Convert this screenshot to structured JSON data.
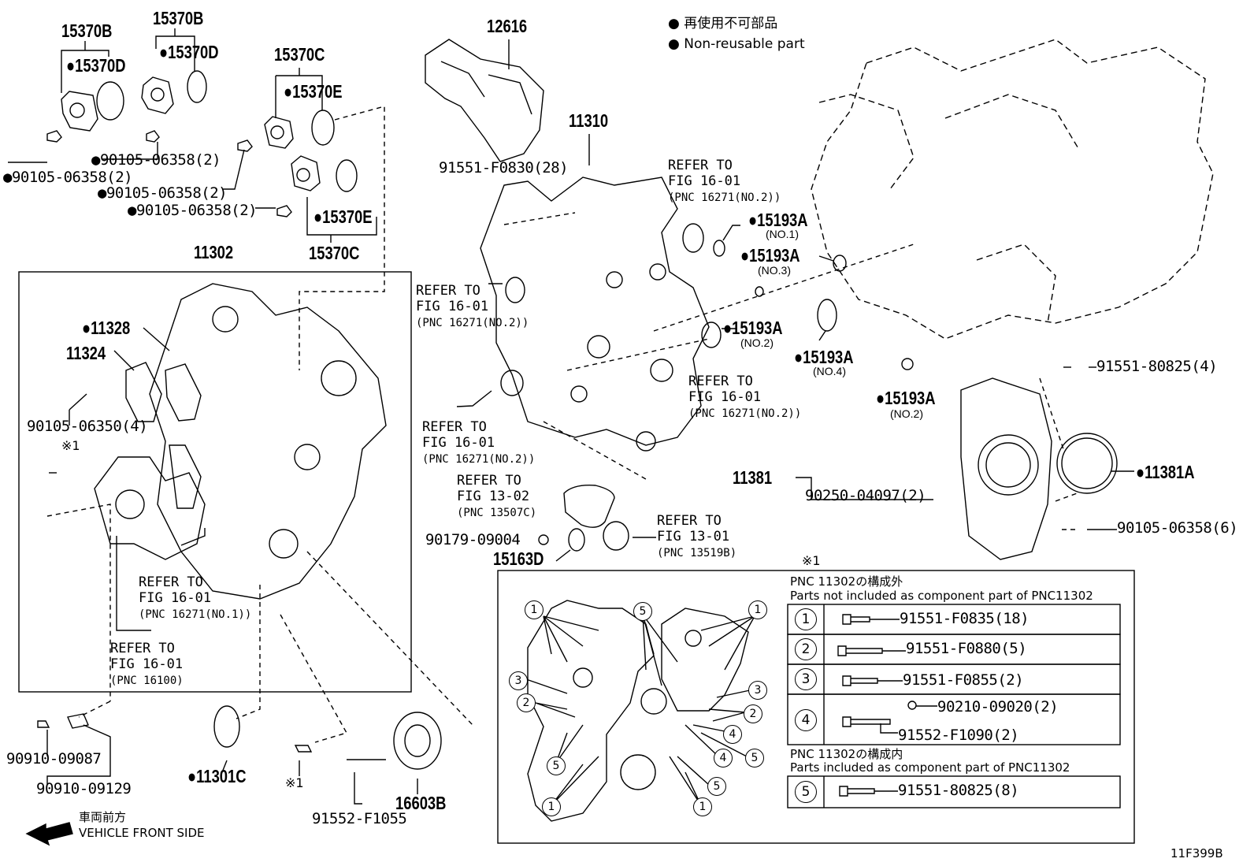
{
  "legend": {
    "jp": "● 再使用不可部品",
    "en": "● Non-reusable part"
  },
  "callouts": {
    "c12616": "12616",
    "c11310": "11310",
    "c11302": "11302",
    "c15370B_a": "15370B",
    "c15370B_b": "15370B",
    "c15370D_a": "●15370D",
    "c15370D_b": "●15370D",
    "c15370C_top": "15370C",
    "c15370E_a": "●15370E",
    "c15370E_b": "●15370E",
    "c15370C_bot": "15370C",
    "c9010506358_a": "●90105-06358(2)",
    "c9010506358_b": "●90105-06358(2)",
    "c9010506358_c": "●90105-06358(2)",
    "c9010506358_d": "●90105-06358(2)",
    "c91551F0830": "91551-F0830(28)",
    "c15193A_1": "●15193A",
    "c15193A_1s": "(NO.1)",
    "c15193A_3": "●15193A",
    "c15193A_3s": "(NO.3)",
    "c15193A_2a": "●15193A",
    "c15193A_2as": "(NO.2)",
    "c15193A_4": "●15193A",
    "c15193A_4s": "(NO.4)",
    "c15193A_2b": "●15193A",
    "c15193A_2bs": "(NO.2)",
    "c9155180825_4": "91551-80825(4)",
    "c11328": "●11328",
    "c11324": "11324",
    "c9010506350": "90105-06350(4)",
    "c_x1a": "※1",
    "c11381": "11381",
    "c11381A": "●11381A",
    "c9025004097": "90250-04097(2)",
    "c9010506358_6": "90105-06358(6)",
    "c9017909004": "90179-09004",
    "c15163D": "15163D",
    "c9091009087": "90910-09087",
    "c9091009129": "90910-09129",
    "c11301C": "●11301C",
    "c_x1b": "※1",
    "c91552F1055": "91552-F1055",
    "c16603B": "16603B",
    "c_x1c": "※1",
    "figcode": "11F399B"
  },
  "refs": {
    "r1": [
      "REFER TO",
      "FIG 16-01",
      "(PNC 16271(NO.2))"
    ],
    "r2": [
      "REFER TO",
      "FIG 16-01",
      "(PNC 16271(NO.2))"
    ],
    "r3": [
      "REFER TO",
      "FIG 16-01",
      "(PNC 16271(NO.2))"
    ],
    "r4": [
      "REFER TO",
      "FIG 16-01",
      "(PNC 16271(NO.2))"
    ],
    "r5": [
      "REFER TO",
      "FIG 13-02",
      "(PNC 13507C)"
    ],
    "r6": [
      "REFER TO",
      "FIG 13-01",
      "(PNC 13519B)"
    ],
    "r7": [
      "REFER TO",
      "FIG 16-01",
      "(PNC 16271(NO.1))"
    ],
    "r8": [
      "REFER TO",
      "FIG 16-01",
      "(PNC 16100)"
    ]
  },
  "front": {
    "jp": "車両前方",
    "en": "VEHICLE FRONT SIDE"
  },
  "inset": {
    "notincl_jp": "PNC 11302の構成外",
    "notincl_en": "Parts not included as component part of PNC11302",
    "incl_jp": "PNC 11302の構成内",
    "incl_en": "Parts included as component part of PNC11302",
    "rows": [
      {
        "num": "1",
        "part": "91551-F0835(18)"
      },
      {
        "num": "2",
        "part": "91551-F0880(5)"
      },
      {
        "num": "3",
        "part": "91551-F0855(2)"
      },
      {
        "num": "4",
        "part": "90210-09020(2)",
        "part2": "91552-F1090(2)"
      },
      {
        "num": "5",
        "part": "91551-80825(8)"
      }
    ],
    "labels": [
      "1",
      "5",
      "1",
      "3",
      "2",
      "3",
      "2",
      "4",
      "4",
      "5",
      "5",
      "5",
      "1",
      "1"
    ]
  }
}
